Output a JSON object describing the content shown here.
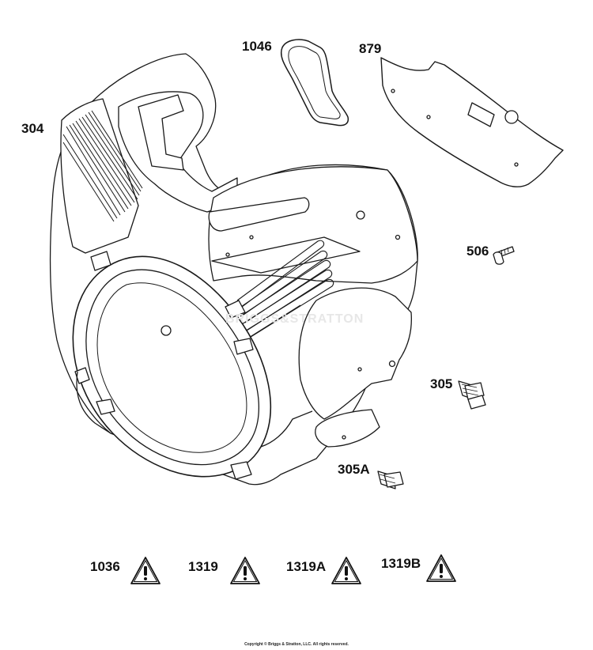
{
  "parts": {
    "p304": "304",
    "p1046": "1046",
    "p879": "879",
    "p506": "506",
    "p305": "305",
    "p305A": "305A"
  },
  "warnings": {
    "w1036": "1036",
    "w1319": "1319",
    "w1319A": "1319A",
    "w1319B": "1319B"
  },
  "watermark": "BRIGGS&STRATTON",
  "copyright": "Copyright © Briggs & Stratton, LLC. All rights reserved.",
  "colors": {
    "line": "#1a1a1a",
    "fill": "#ffffff",
    "watermark": "#e7e7e7"
  }
}
